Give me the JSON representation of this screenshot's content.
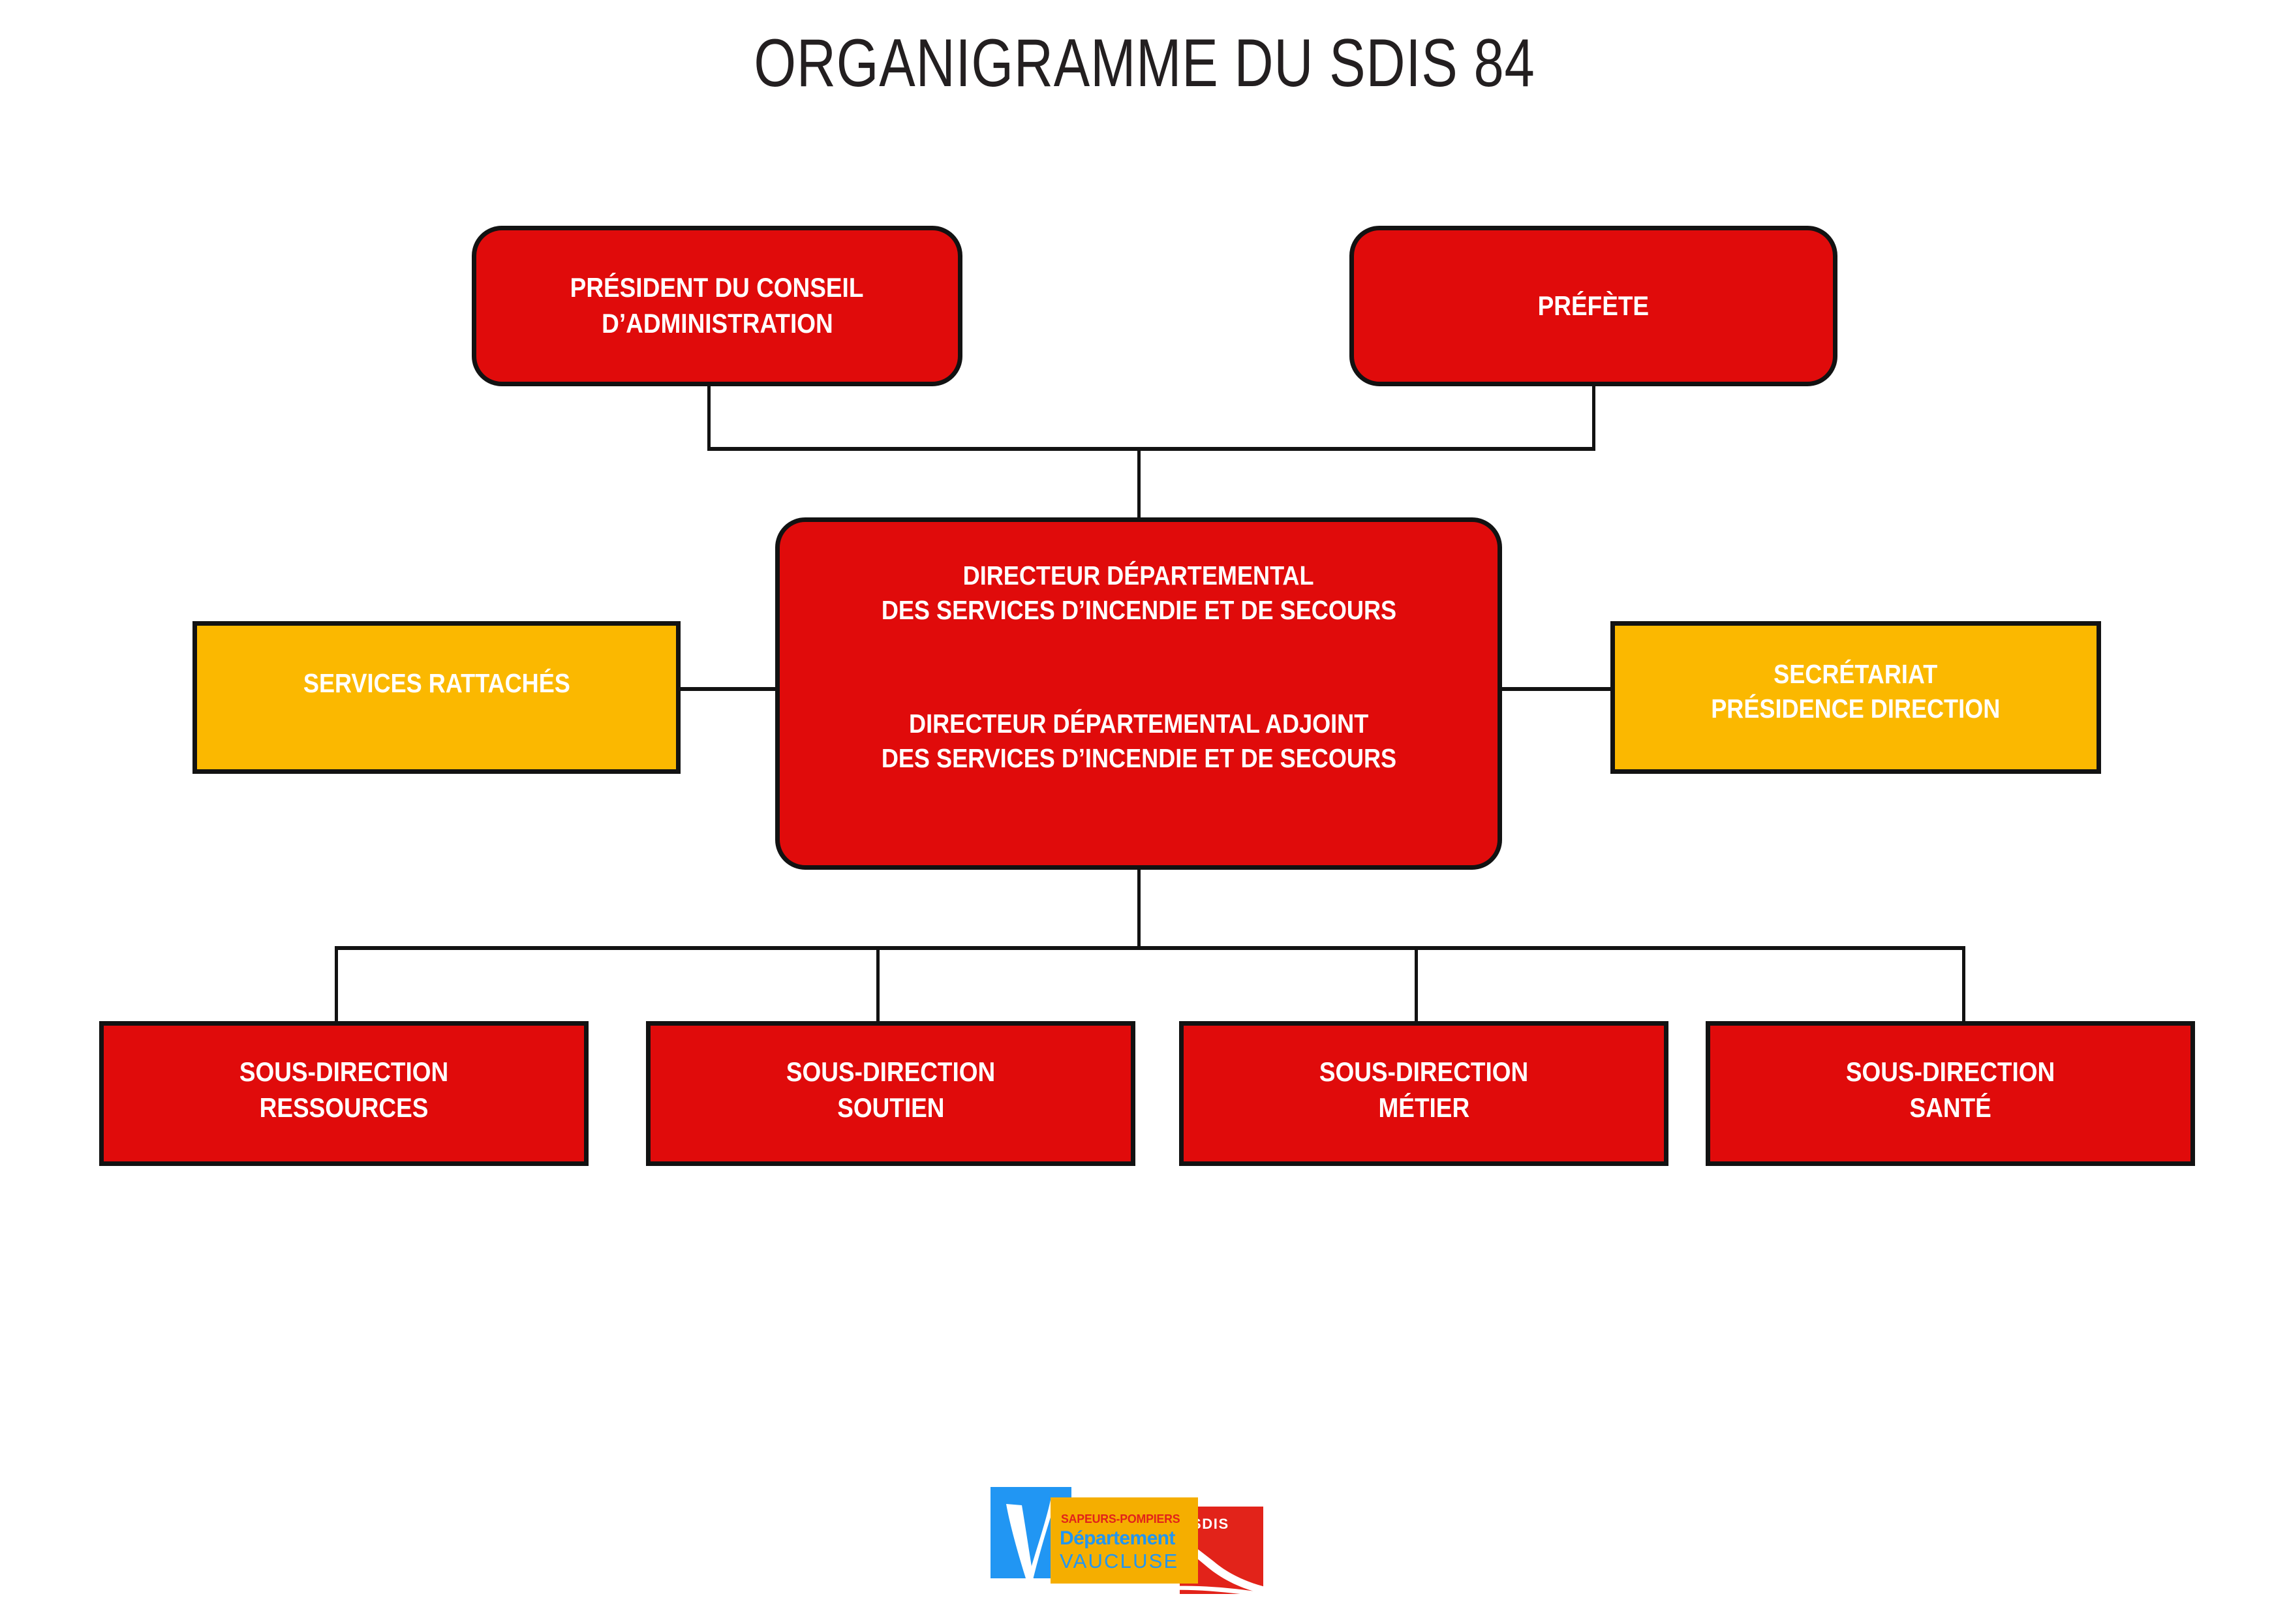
{
  "title": "ORGANIGRAMME DU SDIS 84",
  "colors": {
    "red": "#E00B0B",
    "amber": "#FBB800",
    "border": "#121212",
    "text_on_box": "#FFFFFF",
    "title_text": "#231F20"
  },
  "nodes": {
    "president": {
      "lines": [
        "PRÉSIDENT DU CONSEIL",
        "D’ADMINISTRATION"
      ],
      "color": "red",
      "shape": "rounded"
    },
    "prefete": {
      "lines": [
        "PRÉFÈTE"
      ],
      "color": "red",
      "shape": "rounded"
    },
    "director": {
      "lines": [
        "DIRECTEUR DÉPARTEMENTAL",
        "DES SERVICES D’INCENDIE ET DE SECOURS",
        "DIRECTEUR DÉPARTEMENTAL ADJOINT",
        "DES SERVICES D’INCENDIE ET DE SECOURS"
      ],
      "color": "red",
      "shape": "rounded"
    },
    "services_rattaches": {
      "lines": [
        "SERVICES RATTACHÉS"
      ],
      "color": "amber",
      "shape": "square"
    },
    "secretariat": {
      "lines": [
        "SECRÉTARIAT",
        "PRÉSIDENCE DIRECTION"
      ],
      "color": "amber",
      "shape": "square"
    }
  },
  "sub_directions": [
    {
      "lines": [
        "SOUS-DIRECTION",
        "RESSOURCES"
      ]
    },
    {
      "lines": [
        "SOUS-DIRECTION",
        "SOUTIEN"
      ]
    },
    {
      "lines": [
        "SOUS-DIRECTION",
        "MÉTIER"
      ]
    },
    {
      "lines": [
        "SOUS-DIRECTION",
        "SANTÉ"
      ]
    }
  ],
  "logo": {
    "sapeurs_pompiers": "SAPEURS-POMPIERS",
    "departement": "Département",
    "vaucluse": "VAUCLUSE",
    "sdis": "SDIS",
    "colors": {
      "blue": "#2196F3",
      "amber": "#F5AE00",
      "red": "#E2231A",
      "sp_text": "#E2231A"
    }
  }
}
